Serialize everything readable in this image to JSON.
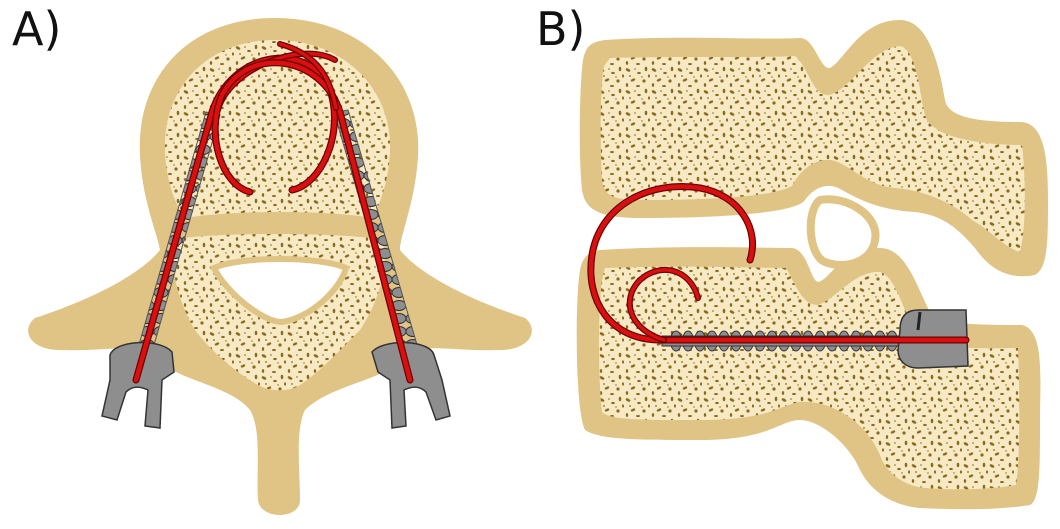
{
  "panels": [
    {
      "label": "A)"
    },
    {
      "label": "B)"
    }
  ],
  "colors": {
    "cortical_bone": "#dfc486",
    "cancellous_bone": "#f6e9c4",
    "bone_pores": "#8b6a1c",
    "canal": "#ffffff",
    "screw_metal": "#8e8e8e",
    "screw_outline": "#333333",
    "needle": "#d81010",
    "needle_outline": "#6d0000"
  },
  "icons": [
    "vertebra-axial-illustration",
    "vertebrae-sagittal-illustration",
    "pedicle-screw",
    "curved-needle"
  ]
}
